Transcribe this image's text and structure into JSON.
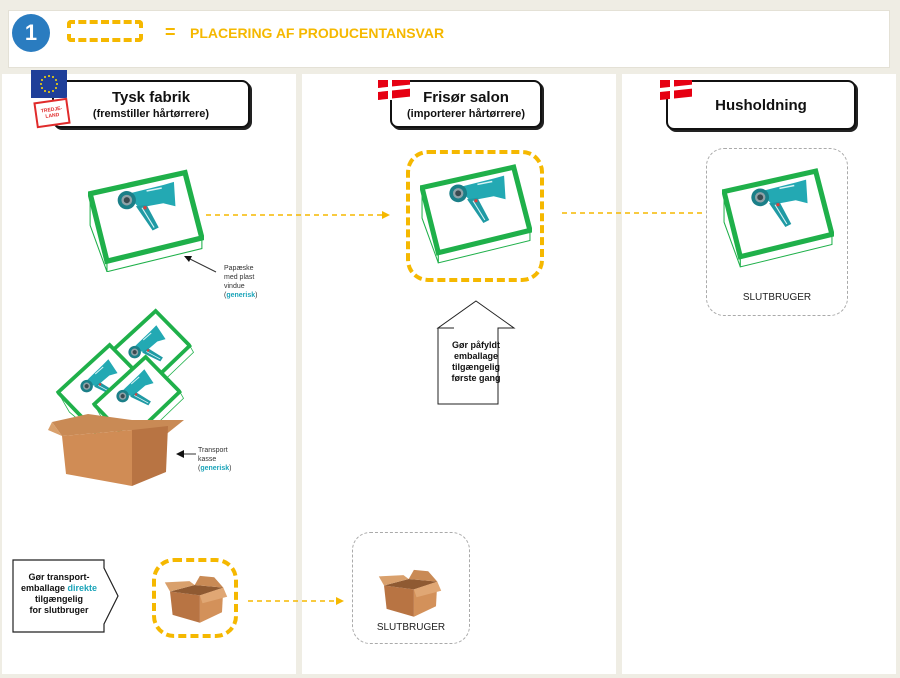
{
  "header": {
    "step_number": "1",
    "equals": "=",
    "legend_label": "PLACERING AF PRODUCENTANSVAR"
  },
  "columns": [
    {
      "title": "Tysk fabrik",
      "subtitle": "(fremstiller hårtørrere)",
      "flag": "eu-flag",
      "badge_lines": [
        "TREDJE-",
        "LAND"
      ]
    },
    {
      "title": "Frisør salon",
      "subtitle": "(importerer hårtørrere)",
      "flag": "danish-flag"
    },
    {
      "title": "Husholdning",
      "flag": "danish-flag"
    }
  ],
  "notes": {
    "window_box": {
      "lines": [
        "Papæske",
        "med plast",
        "vindue"
      ],
      "generic_prefix": "(",
      "generic_word": "generisk",
      "generic_suffix": ")"
    },
    "transport_box": {
      "lines": [
        "Transport",
        "kasse"
      ],
      "generic_prefix": "(",
      "generic_word": "generisk",
      "generic_suffix": ")"
    }
  },
  "callouts": {
    "filled_packaging": {
      "lines": [
        "Gør påfyldt",
        "emballage",
        "tilgængelig",
        "første gang"
      ]
    },
    "transport_direct": {
      "line1": "Gør transport-",
      "line2_prefix": "emballage ",
      "line2_highlight": "direkte",
      "line3": "tilgængelig",
      "line4": "for slutbruger"
    }
  },
  "end_user_label": "SLUTBRUGER",
  "colors": {
    "accent_yellow": "#f5b800",
    "step_blue": "#2a7cc0",
    "box_green": "#1fb04a",
    "dryer_teal": "#23a9b3",
    "carton_brown": "#c98a55",
    "teal_text": "#1ba4b9",
    "flag_red": "#e60012",
    "eu_blue": "#1f3f99"
  }
}
